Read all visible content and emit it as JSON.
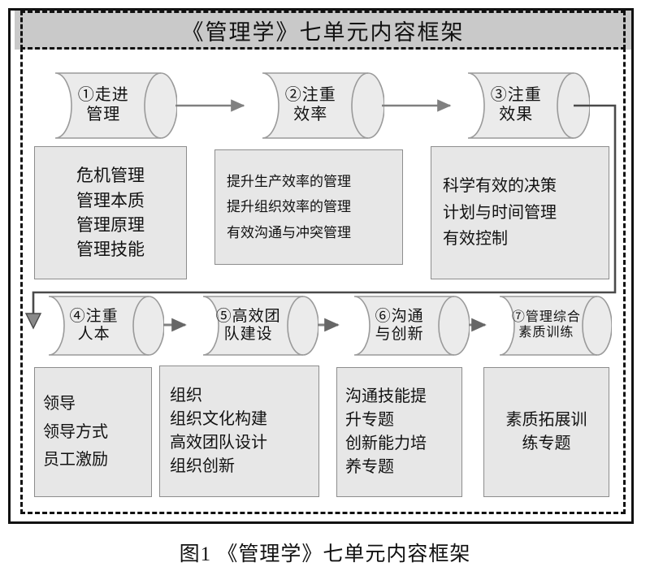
{
  "title": "《管理学》七单元内容框架",
  "caption": "图1  《管理学》七单元内容框架",
  "colors": {
    "title_band": "#c9c9c9",
    "box_fill": "#e7e7e7",
    "box_border": "#8d8d8d",
    "cylinder_fill": "#ebebeb",
    "cylinder_stroke": "#9a9a9a",
    "arrow": "#808080",
    "frame": "#111111"
  },
  "units": [
    {
      "id": "unit-1",
      "label": "①走进\n管理",
      "detail": "危机管理\n管理本质\n管理原理\n管理技能",
      "detail_align": "center"
    },
    {
      "id": "unit-2",
      "label": "②注重\n效率",
      "detail": "提升生产效率的管理\n提升组织效率的管理\n有效沟通与冲突管理",
      "detail_align": "left"
    },
    {
      "id": "unit-3",
      "label": "③注重\n效果",
      "detail": "科学有效的决策\n计划与时间管理\n有效控制",
      "detail_align": "left"
    },
    {
      "id": "unit-4",
      "label": "④注重\n人本",
      "detail": "领导\n领导方式\n员工激励",
      "detail_align": "left"
    },
    {
      "id": "unit-5",
      "label": "⑤高效团\n队建设",
      "detail": "组织\n组织文化构建\n高效团队设计\n组织创新",
      "detail_align": "left"
    },
    {
      "id": "unit-6",
      "label": "⑥沟通\n与创新",
      "detail": "沟通技能提\n升专题\n创新能力培\n养专题",
      "detail_align": "left"
    },
    {
      "id": "unit-7",
      "label": "⑦管理综合\n素质训练",
      "detail": "素质拓展训\n练专题",
      "detail_align": "center"
    }
  ],
  "flow": {
    "arrows": [
      {
        "from": "unit-1",
        "to": "unit-2"
      },
      {
        "from": "unit-2",
        "to": "unit-3"
      },
      {
        "from": "unit-3",
        "to": "unit-4"
      },
      {
        "from": "unit-4",
        "to": "unit-5"
      },
      {
        "from": "unit-5",
        "to": "unit-6"
      },
      {
        "from": "unit-6",
        "to": "unit-7"
      }
    ]
  }
}
